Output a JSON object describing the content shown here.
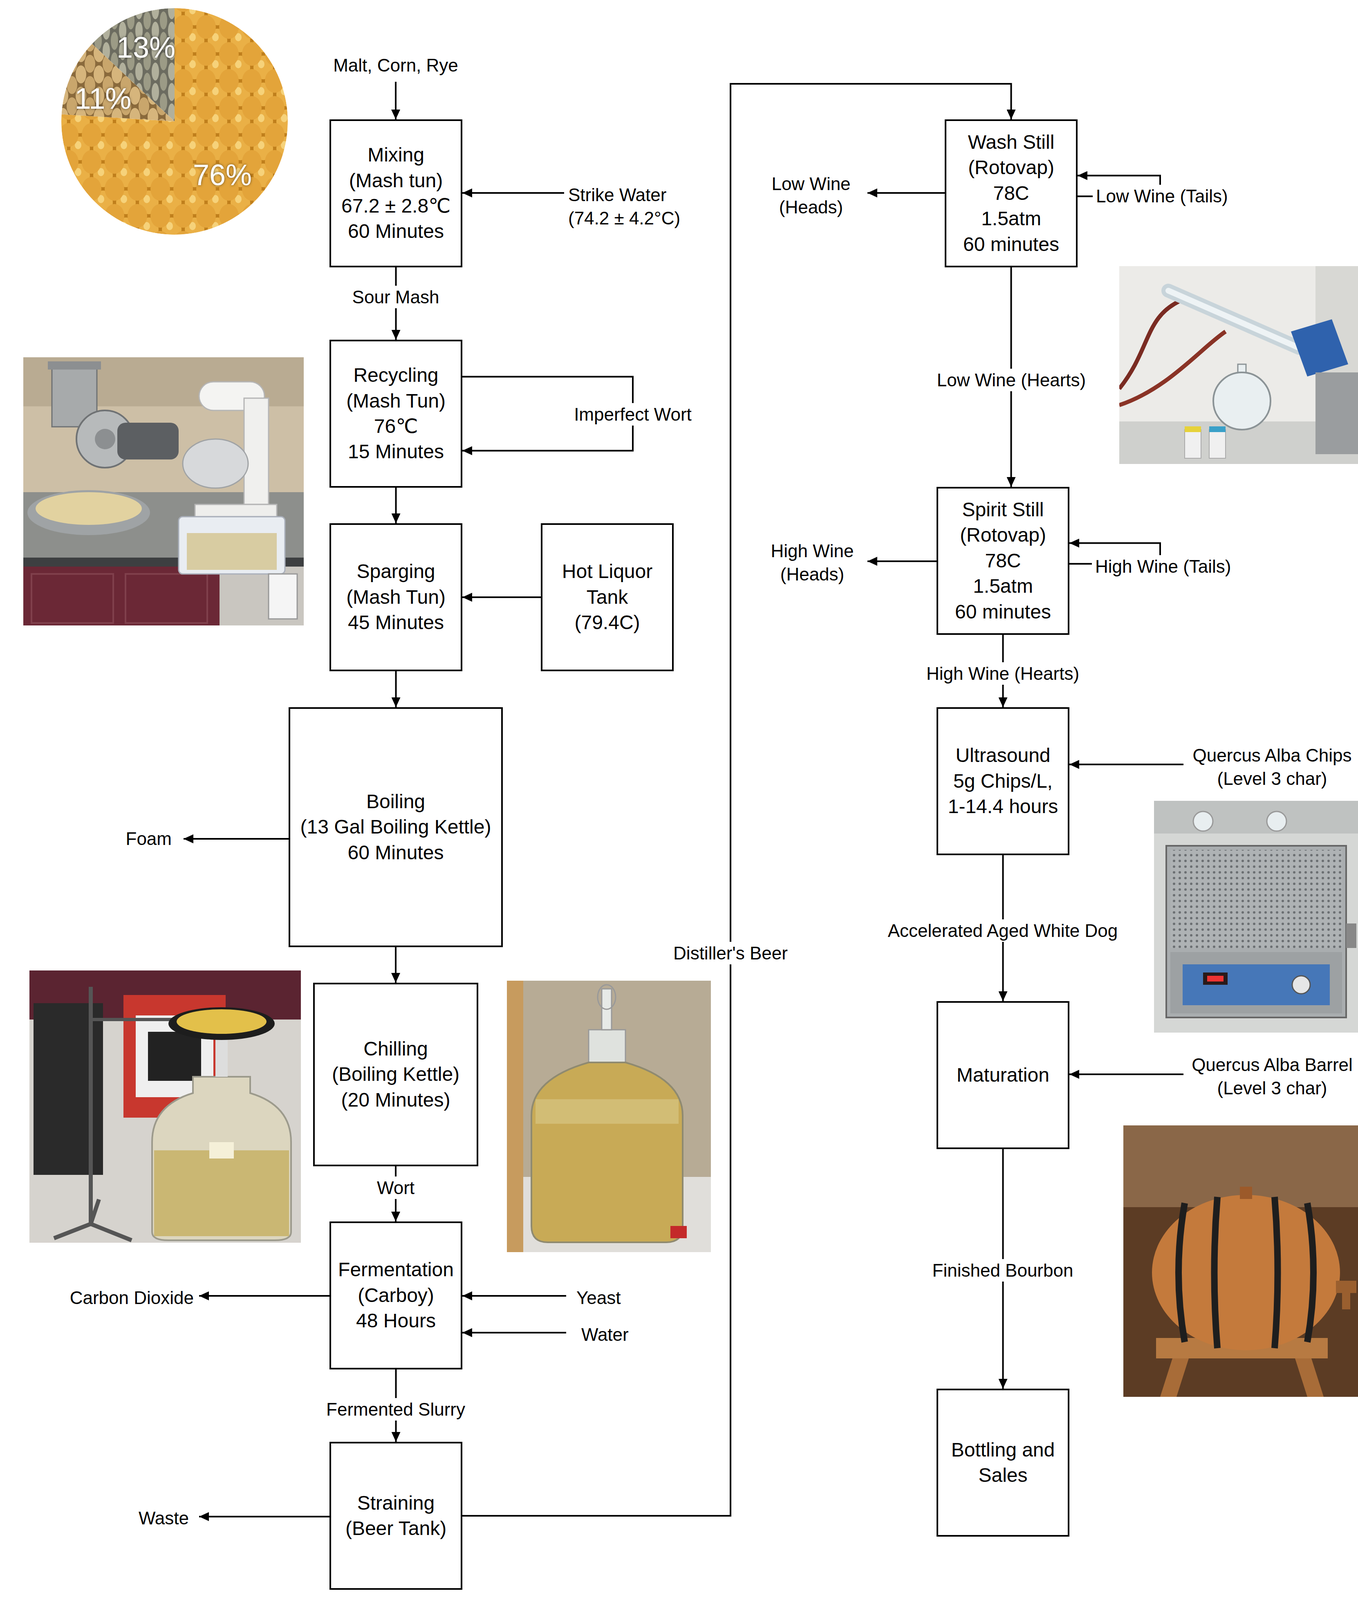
{
  "diagram": {
    "nodes": [
      {
        "text": [
          "Mixing",
          "(Mash tun)",
          "67.2 ± 2.8℃",
          "60 Minutes"
        ]
      },
      {
        "text": [
          "Recycling",
          "(Mash Tun)",
          "76℃",
          "15 Minutes"
        ]
      },
      {
        "text": [
          "Sparging",
          "(Mash Tun)",
          "45 Minutes"
        ]
      },
      {
        "text": [
          "Hot Liquor Tank",
          "(79.4C)"
        ]
      },
      {
        "text": [
          "Boiling",
          "(13 Gal Boiling Kettle)",
          "60 Minutes"
        ]
      },
      {
        "text": [
          "Chilling",
          "(Boiling Kettle)",
          "(20 Minutes)"
        ]
      },
      {
        "text": [
          "Fermentation",
          "(Carboy)",
          "48 Hours"
        ]
      },
      {
        "text": [
          "Straining",
          "(Beer Tank)"
        ]
      },
      {
        "text": [
          "Wash Still",
          "(Rotovap)",
          "78C",
          "1.5atm",
          "60 minutes"
        ]
      },
      {
        "text": [
          "Spirit Still",
          "(Rotovap)",
          "78C",
          "1.5atm",
          "60 minutes"
        ]
      },
      {
        "text": [
          "Ultrasound",
          "5g Chips/L,",
          "1-14.4 hours"
        ]
      },
      {
        "text": [
          "Maturation"
        ]
      },
      {
        "text": [
          "Bottling and Sales"
        ]
      }
    ],
    "edges": [
      {
        "from": 0,
        "to": 1,
        "label": "Sour Mash",
        "arrow": "to"
      },
      {
        "from": 1,
        "to": 1,
        "label": "Imperfect Wort",
        "arrow": "to"
      },
      {
        "from": 1,
        "to": 2,
        "arrow": "to"
      },
      {
        "from": 3,
        "to": 2,
        "arrow": "to"
      },
      {
        "from": 2,
        "to": 4,
        "arrow": "to"
      },
      {
        "from": 4,
        "to": 5,
        "arrow": "to"
      },
      {
        "from": 5,
        "to": 6,
        "label": "Wort",
        "arrow": "to"
      },
      {
        "from": 6,
        "to": 7,
        "label": "Fermented Slurry",
        "arrow": "to"
      },
      {
        "from": 7,
        "to": 8,
        "label": "Distiller's Beer",
        "arrow": "to"
      },
      {
        "from": 8,
        "to": 8,
        "label": "Low Wine (Tails)",
        "arrow": "to"
      },
      {
        "from": 8,
        "to": 9,
        "label": "Low Wine (Hearts)",
        "arrow": "to"
      },
      {
        "from": 9,
        "to": 9,
        "label": "High Wine (Tails)",
        "arrow": "to"
      },
      {
        "from": 9,
        "to": 10,
        "label": "High Wine (Hearts)",
        "arrow": "to"
      },
      {
        "from": 10,
        "to": 11,
        "label": "Accelerated Aged White Dog",
        "arrow": "to"
      },
      {
        "from": 11,
        "to": 12,
        "label": "Finished Bourbon",
        "arrow": "to"
      }
    ],
    "labels": [
      "13%",
      "11%",
      "76%",
      "Malt, Corn, Rye",
      "Strike Water (74.2 ± 4.2°C)",
      "Foam",
      "Carbon Dioxide",
      "Yeast",
      "Water",
      "Waste",
      "Low Wine (Heads)",
      "High Wine (Heads)",
      "Quercus Alba Chips (Level 3 char)",
      "Quercus Alba Barrel (Level 3 char)"
    ]
  }
}
